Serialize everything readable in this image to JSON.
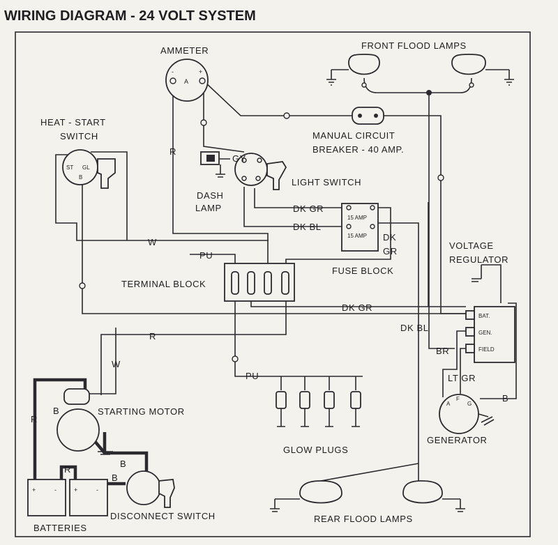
{
  "title": "WIRING DIAGRAM - 24 VOLT SYSTEM",
  "components": {
    "ammeter": "AMMETER",
    "ammeter_symbol": "A",
    "ammeter_minus": "-",
    "ammeter_plus": "+",
    "front_flood_lamps": "FRONT FLOOD LAMPS",
    "heat_start_switch_1": "HEAT - START",
    "heat_start_switch_2": "SWITCH",
    "heat_start_st": "ST",
    "heat_start_gl": "GL",
    "heat_start_b": "B",
    "circuit_breaker_1": "MANUAL CIRCUIT",
    "circuit_breaker_2": "BREAKER - 40 AMP.",
    "dash_lamp_1": "DASH",
    "dash_lamp_2": "LAMP",
    "light_switch": "LIGHT SWITCH",
    "fuse_block": "FUSE BLOCK",
    "fuse_1": "15 AMP",
    "fuse_2": "15 AMP",
    "terminal_block": "TERMINAL BLOCK",
    "voltage_regulator_1": "VOLTAGE",
    "voltage_regulator_2": "REGULATOR",
    "reg_bat": "BAT.",
    "reg_gen": "GEN.",
    "reg_field": "FIELD",
    "starting_motor": "STARTING MOTOR",
    "glow_plugs": "GLOW PLUGS",
    "generator": "GENERATOR",
    "gen_a": "A",
    "gen_f": "F",
    "gen_g": "G",
    "batteries": "BATTERIES",
    "batt_plus_1": "+",
    "batt_minus_1": "-",
    "batt_plus_2": "+",
    "batt_minus_2": "-",
    "disconnect_switch": "DISCONNECT SWITCH",
    "rear_flood_lamps": "REAR FLOOD LAMPS"
  },
  "wires": {
    "r_ammeter": "R",
    "gy": "GY",
    "dk_gr_1": "DK GR",
    "dk_bl_1": "DK BL",
    "dk_fuse": "DK",
    "gr_fuse": "GR",
    "w": "W",
    "pu": "PU",
    "dk_gr_2": "DK GR",
    "dk_bl_2": "DK BL",
    "r_main": "R",
    "w_vert": "W",
    "pu_glow": "PU",
    "br": "BR",
    "lt_gr": "LT GR",
    "b_gen": "B",
    "r_batt": "R",
    "b_motor": "B",
    "b_lower": "B",
    "r_batt_bridge": "R",
    "b_batt_disc": "B"
  }
}
